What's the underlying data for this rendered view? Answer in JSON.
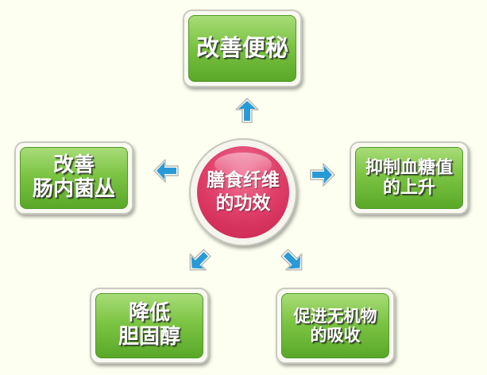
{
  "center": {
    "line1": "膳食纤维",
    "line2": "的功效",
    "color": "#d9305c"
  },
  "boxes": {
    "top": {
      "lines": [
        "改善便秘"
      ]
    },
    "left": {
      "lines": [
        "改善",
        "肠内菌丛"
      ]
    },
    "right": {
      "lines": [
        "抑制血糖值",
        "的上升"
      ]
    },
    "bottom_left": {
      "lines": [
        "降低",
        "胆固醇"
      ]
    },
    "bottom_right": {
      "lines": [
        "促进无机物",
        "的吸收"
      ]
    }
  },
  "arrows": {
    "up": "arrow-up-icon",
    "left": "arrow-left-icon",
    "right": "arrow-right-icon",
    "down_left": "arrow-down-left-icon",
    "down_right": "arrow-down-right-icon",
    "color": "#2a9ad6"
  },
  "colors": {
    "background": "#fdfff0",
    "box_green": "#7cc444",
    "arrow_blue": "#2a9ad6"
  }
}
